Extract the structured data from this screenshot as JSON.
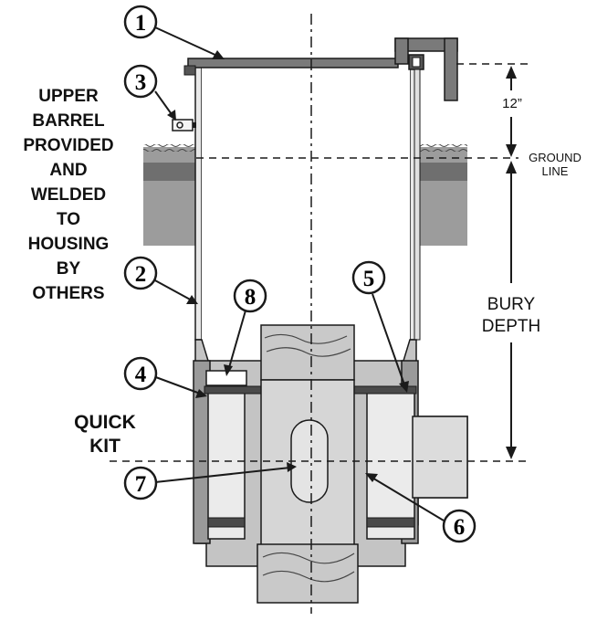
{
  "side_note": {
    "lines": [
      "UPPER",
      "BARREL",
      "PROVIDED",
      "AND",
      "WELDED",
      "TO",
      "HOUSING",
      "BY",
      "OTHERS"
    ]
  },
  "kit_label": {
    "lines": [
      "QUICK",
      "KIT"
    ]
  },
  "dimensions": {
    "height_above_ground": "12”",
    "ground_line": [
      "GROUND",
      "LINE"
    ],
    "bury_depth": [
      "BURY",
      "DEPTH"
    ]
  },
  "callouts": [
    "1",
    "2",
    "3",
    "4",
    "5",
    "6",
    "7",
    "8"
  ],
  "colors": {
    "outline": "#1a1a1a",
    "barrel_dark": "#7a7a7a",
    "housing_light": "#c4c4c4",
    "housing_mid": "#a9a9a9",
    "soil_light": "#9c9c9c",
    "soil_dark": "#6f6f6f",
    "body_fill": "#d6d6d6"
  }
}
